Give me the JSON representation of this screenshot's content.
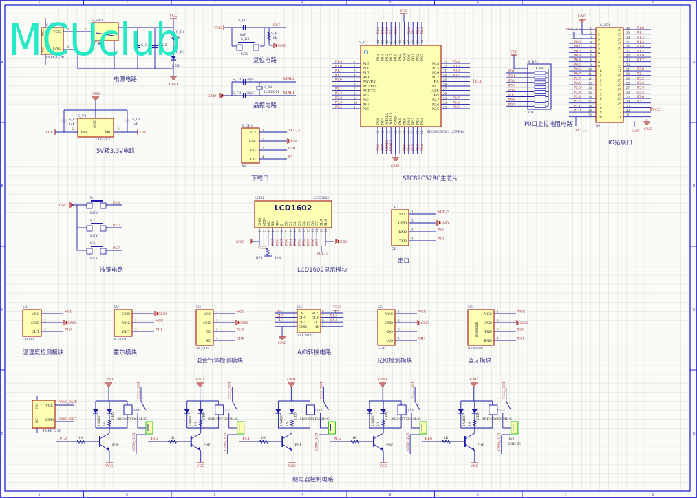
{
  "watermark": "MCUclub",
  "frame": {
    "cols": [
      "1",
      "2",
      "3",
      "4",
      "5",
      "6",
      "7",
      "8"
    ],
    "rows": [
      "A",
      "B",
      "C",
      "D"
    ]
  },
  "colors": {
    "wire": "#1c1ca8",
    "component_border": "#990000",
    "component_fill": "#ffffb4",
    "net_label": "#a02828",
    "title": "#3b3b8f",
    "watermark": "#1de9c4",
    "grid": "#e0e0dc",
    "frame": "#1515d0",
    "terminal": "#22c022"
  },
  "titles": {
    "power": "电源电路",
    "ldo": "5V转3.3V电路",
    "reset": "复位电路",
    "crystal": "晶振电路",
    "download": "下载口",
    "mcu": "STC89C52RC主芯片",
    "pullup": "P0口上拉电阻电路",
    "io": "IO拓展口",
    "keys": "按键电路",
    "lcd": "LCD1602显示模块",
    "serial": "串口",
    "dht": "温湿度检测模块",
    "hall": "霍尔模块",
    "gas": "混合气体检测模块",
    "adc": "A/D转换电路",
    "light": "光照检测模块",
    "bt": "蓝牙模块",
    "relay": "继电器控制电路"
  },
  "power": {
    "t1_ref": "S_T1",
    "t1_part": "TYPE-C-2P",
    "t1_pins": [
      "VCC",
      "GND"
    ],
    "t1_nc": [
      "NC",
      "NC"
    ],
    "sw_ref": "S_SW1",
    "sw_part": "开关",
    "c1": "S_C1",
    "c2": "S_C2",
    "r1": "S_R1",
    "r1_val": "1K",
    "d1": "S_D1",
    "d1_part": "LED",
    "vcc": "VCC",
    "gnd": "GND",
    "pins": [
      "1",
      "2",
      "2"
    ]
  },
  "ldo": {
    "ref": "S_V1",
    "part": "LDO3V3",
    "pins": [
      "Vout",
      "GND",
      "Vin"
    ],
    "nums": [
      "2",
      "1",
      "3"
    ],
    "c5": "S_C5",
    "c5_val": "1uF",
    "c6": "S_C6",
    "c6_val": "1uF",
    "gnd": "GND",
    "vcc": "VCC",
    "out": "3.3V"
  },
  "reset": {
    "vcc": "VCC",
    "cap": "S_EC1",
    "cap_val": "10uF",
    "key": "S_K1",
    "key_part": "KEY",
    "r": "S_R2",
    "r_val": "10K",
    "rst": "RST",
    "gnd": "GND"
  },
  "crystal": {
    "c3": "S_C3",
    "c4": "S_C4",
    "c_val": "30pF",
    "x1": "S_X1",
    "x1_val": "11.0592M",
    "xtal2": "XTAL2",
    "xtal1": "XTAL1",
    "gnd": "GND"
  },
  "download": {
    "ref": "S_CH1",
    "part": "XZ",
    "pins": [
      "VCC",
      "GND",
      "RXD",
      "TXD"
    ],
    "nets": [
      "VCC_5",
      "GND",
      "P3.0",
      "P3.1"
    ]
  },
  "mcu": {
    "ref": "S_U1",
    "part": "STC89C52RC_LQFP44",
    "vcc": "VCC",
    "gnd": "GND",
    "ea_vcc": "VCC",
    "left": {
      "pins": [
        "P1.5",
        "P1.6",
        "P1.7",
        "RST",
        "P3.0/RX",
        "P4.3/INT2",
        "P3.1/TX",
        "P3.2",
        "P3.3",
        "P3.4",
        "P3.5"
      ],
      "nums": [
        "1",
        "2",
        "3",
        "4",
        "5",
        "6",
        "7",
        "8",
        "9",
        "10",
        "11"
      ],
      "nets": [
        "P1.5",
        "P1.6",
        "P1.7",
        "RST",
        "P3.0",
        "",
        "P3.1",
        "P3.2",
        "P3.3",
        "P3.4",
        "P3.5"
      ]
    },
    "right": {
      "pins": [
        "P0.4",
        "P0.5",
        "P0.6",
        "P0.7",
        "EA",
        "P4.1",
        "ALE",
        "EN",
        "P2.7",
        "P2.6",
        "P2.5"
      ],
      "nums": [
        "33",
        "32",
        "31",
        "30",
        "29",
        "28",
        "27",
        "26",
        "25",
        "24",
        "23"
      ],
      "nets": [
        "P0.4",
        "P0.5",
        "P0.6",
        "P0.7",
        "",
        "",
        "",
        "",
        "P2.7",
        "P2.6",
        "P2.5"
      ]
    },
    "top": {
      "pins": [
        "P1.4",
        "P1.3",
        "P1.2",
        "P1.1",
        "P1.0",
        "P4.2",
        "VCC",
        "P0.0",
        "P0.1",
        "P0.2",
        "P0.3"
      ],
      "nums": [
        "44",
        "43",
        "42",
        "41",
        "40",
        "39",
        "38",
        "37",
        "36",
        "35",
        "34"
      ],
      "nets": [
        "P1.4",
        "P1.3",
        "P1.2",
        "P1.1",
        "P1.0",
        "",
        "",
        "P0.0",
        "P0.1",
        "P0.2",
        "P0.3"
      ]
    },
    "bottom": {
      "pins": [
        "P3.6",
        "P3.7",
        "XTAL2",
        "XTAL1",
        "GND",
        "P4.0",
        "P2.0",
        "P2.1",
        "P2.2",
        "P2.3",
        "P2.4"
      ],
      "nums": [
        "12",
        "13",
        "14",
        "15",
        "16",
        "17",
        "18",
        "19",
        "20",
        "21",
        "22"
      ],
      "nets": [
        "P3.6",
        "P3.7",
        "XTAL2",
        "XTAL1",
        "",
        "",
        "P2.0",
        "P2.1",
        "P2.2",
        "P2.3",
        "P2.4"
      ]
    }
  },
  "pullup": {
    "ref": "S_RP1",
    "val": "10K",
    "com": "Com",
    "vcc": "VCC",
    "nets": [
      "P0.0",
      "P0.1",
      "P0.2",
      "P0.3",
      "P0.4",
      "P0.5",
      "P0.6",
      "P0.7"
    ]
  },
  "io": {
    "ref": "S_JD1",
    "part": "IO",
    "gnd": "GND",
    "vcc33": "VCC_3.3",
    "vcc5": "VCC_5",
    "vcc": "VCC",
    "gnd2": "GND",
    "v33": "3.3V",
    "left_nums": [
      "1",
      "2",
      "3",
      "4",
      "5",
      "6",
      "7",
      "8",
      "9",
      "10",
      "11",
      "12",
      "13",
      "14",
      "15",
      "16",
      "17",
      "18",
      "19",
      "20"
    ],
    "right_nums": [
      "40",
      "39",
      "38",
      "37",
      "36",
      "35",
      "34",
      "33",
      "32",
      "31",
      "30",
      "29",
      "28",
      "27",
      "26",
      "25",
      "24",
      "23",
      "22",
      "21"
    ],
    "left_nets": [
      "",
      "",
      "",
      "P0.0",
      "P0.1",
      "P0.2",
      "P0.3",
      "P0.4",
      "P0.5",
      "P0.6",
      "P0.7",
      "P2.7",
      "P2.6",
      "P2.5",
      "P2.4",
      "P2.3",
      "P2.2",
      "P2.1",
      "P2.0",
      ""
    ],
    "right_nets": [
      "P1.0",
      "P1.1",
      "P1.2",
      "P1.3",
      "P1.4",
      "P1.5",
      "P1.6",
      "P1.7",
      "",
      "P3.0",
      "P3.1",
      "P3.2",
      "P3.3",
      "P3.4",
      "P3.5",
      "P3.6",
      "P3.7",
      "",
      "",
      ""
    ]
  },
  "keys": {
    "gnd": "GND",
    "items": [
      {
        "ref": "K1",
        "part": "KEY",
        "net": "P3.5"
      },
      {
        "ref": "K2",
        "part": "KEY",
        "net": "P3.6"
      },
      {
        "ref": "K3",
        "part": "KEY",
        "net": "P3.7"
      }
    ]
  },
  "lcd": {
    "ref": "LCD1",
    "part": "LCD1602",
    "title": "LCD1602",
    "gnd": "GND",
    "gnd2": "GND",
    "vcc": "VCC",
    "vcc5": "VCC_5",
    "pot": "RP1",
    "pot_val": "10K",
    "pins": [
      "GND",
      "VDD",
      "VO",
      "RS",
      "RW",
      "E",
      "D0",
      "D1",
      "D2",
      "D3",
      "D4",
      "D5",
      "D6",
      "D7",
      "BLA",
      "BLK"
    ],
    "nets": [
      "",
      "",
      "",
      "P2.5",
      "P2.6",
      "P2.7",
      "P0.0",
      "P0.1",
      "P0.2",
      "P0.3",
      "P0.4",
      "P0.5",
      "P0.6",
      "P0.7",
      "",
      ""
    ]
  },
  "serial": {
    "ref": "CH1",
    "part": "CH",
    "pins": [
      "VCC",
      "GND",
      "RXD",
      "TXD"
    ],
    "nets": [
      "VCC_5",
      "GND",
      "P3.0",
      "P3.1"
    ]
  },
  "dht": {
    "ref": "U1",
    "part": "DHT11",
    "pins": [
      "VCC",
      "GND",
      "OUT"
    ],
    "nets": [
      "VCC",
      "GND",
      "P1.0"
    ]
  },
  "hall": {
    "ref": "U2",
    "part": "KY-003",
    "pins": [
      "GND",
      "VCC",
      "OUT"
    ],
    "nets": [
      "GND",
      "VCC",
      "P1.1"
    ]
  },
  "gas": {
    "ref": "U3",
    "part": "MQ-135",
    "pins": [
      "VCC",
      "GND",
      "DO",
      "AO"
    ],
    "nets": [
      "VCC",
      "GND",
      "P2.4",
      "CH0"
    ]
  },
  "adc": {
    "ref": "U4",
    "part": "ADC0832",
    "vcc": "VCC",
    "gnd": "GND",
    "pins_left": [
      "CS",
      "CH0",
      "CH1",
      "GND"
    ],
    "nums_left": [
      "1",
      "2",
      "3",
      "4"
    ],
    "nets_left": [
      "P3.2",
      "CH0",
      "CH1",
      ""
    ],
    "pins_right": [
      "VCC",
      "CLK",
      "DO",
      "DI"
    ],
    "nums_right": [
      "8",
      "7",
      "6",
      "5"
    ],
    "nets_right": [
      "",
      "P1.3",
      "P1.4",
      ""
    ]
  },
  "light": {
    "ref": "U5",
    "part": "5516",
    "pins": [
      "VCC",
      "GND",
      "DO",
      "AO"
    ],
    "nets": [
      "VCC",
      "GND",
      "",
      "CH1"
    ]
  },
  "bt": {
    "ref": "U6",
    "part": "Bluetooth",
    "inner": "Bluetooth",
    "pins": [
      "VCC",
      "GND",
      "TXD",
      "RXD"
    ],
    "nets": [
      "VCC",
      "GND",
      "P3.0",
      "P3.1"
    ]
  },
  "relay": {
    "typec": {
      "part": "TYPE-C-2P",
      "pins": [
        "VCC",
        "GND"
      ],
      "nc": [
        "NC",
        "NC"
      ],
      "vcc_out": "VCC_OUT",
      "gnd_out": "GND_OUT"
    },
    "gnd": "GND",
    "vcc": "VCC",
    "diode": "1N4007",
    "led": "LED",
    "led_res": "1K",
    "res": "1K",
    "transistor": "PNP",
    "relay_part": "SRD-05VDC-SL-C",
    "vcc_out": "VCC_OUT",
    "gnd_out": "GND_OUT",
    "jk": "JK1",
    "jk_part": "SRD-05",
    "inputs": [
      "P1.2",
      "P1.3",
      "P1.4",
      "P1.5",
      "P1.6"
    ]
  }
}
